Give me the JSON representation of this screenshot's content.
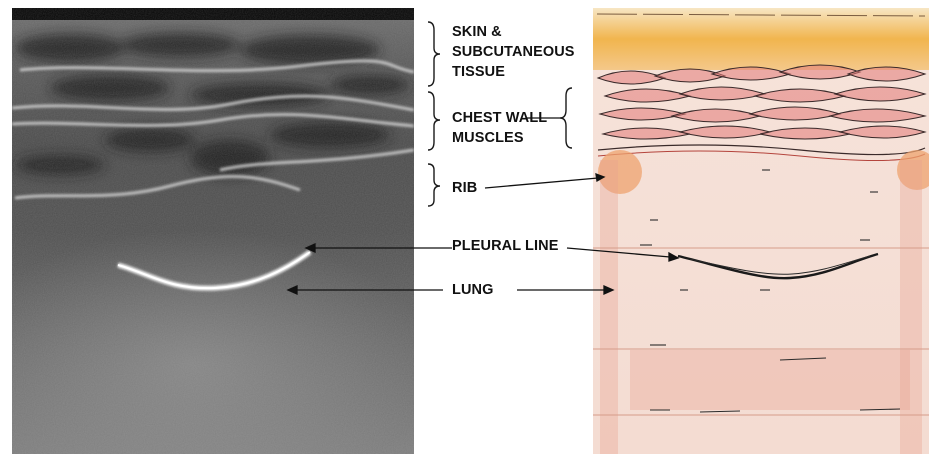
{
  "labels": {
    "skin": "SKIN &\nSUBCUTANEOUS\nTISSUE",
    "muscles": "CHEST WALL\nMUSCLES",
    "rib": "RIB",
    "pleural_line": "PLEURAL LINE",
    "lung": "LUNG"
  },
  "colors": {
    "ultrasound_dark": "#2a2a2a",
    "ultrasound_mid": "#7a7a7a",
    "pleura_bright": "#f2f2f2",
    "drawing_skin": "#f0b24a",
    "drawing_tissue": "#e9a08e",
    "drawing_rib": "#eda178",
    "drawing_muscle": "#df8d84"
  }
}
